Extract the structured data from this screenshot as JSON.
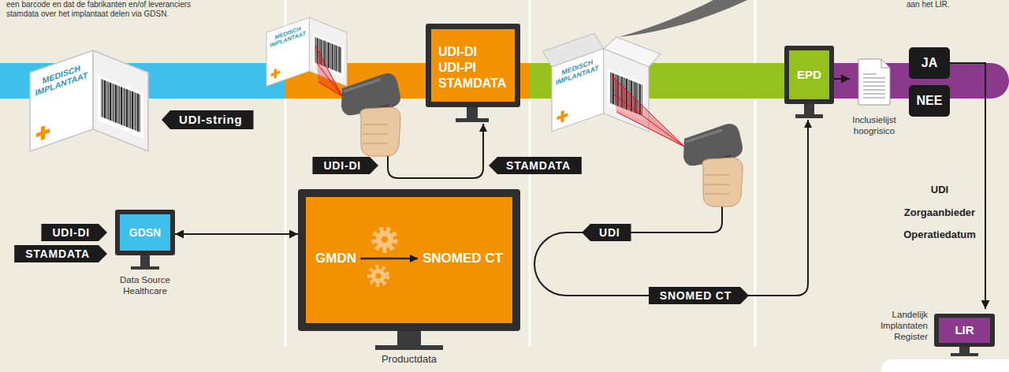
{
  "diagram": {
    "nodes": [
      {
        "text": [
          "MEDISCH IMPLANTAAT"
        ]
      },
      {
        "text": [
          "GDSN",
          "Data Source Healthcare"
        ]
      },
      {
        "text": [
          "MEDISCH IMPLANTAAT"
        ]
      },
      {
        "text": [
          "UDI-DI UDI-PI STAMDATA"
        ]
      },
      {
        "text": [
          "GMDN",
          "SNOMED CT",
          "Productdata"
        ]
      },
      {
        "text": [
          "MEDISCH IMPLANTAAT"
        ]
      },
      {
        "text": [
          "EPD"
        ]
      },
      {
        "text": [
          "Inclusielijst hoogrisico"
        ]
      },
      {
        "text": [
          "JA"
        ]
      },
      {
        "text": [
          "NEE"
        ]
      },
      {
        "text": [
          "LIR",
          "Landelijk Implantaten Register"
        ]
      }
    ],
    "edges": [
      {
        "from": 1,
        "to": 4,
        "arrow": "both"
      },
      {
        "from": 6,
        "to": 7,
        "arrow": "to"
      },
      {
        "from": 8,
        "to": 10,
        "arrow": "to"
      }
    ],
    "labels": [
      "een barcode en dat de fabrikanten en/of leveranciers stamdata over het implantaat delen via GDSN.",
      "aan het LIR.",
      "UDI-string",
      "UDI-DI",
      "STAMDATA",
      "UDI-DI",
      "STAMDATA",
      "UDI",
      "SNOMED CT",
      "UDI",
      "Zorgaanbieder",
      "Operatiedatum"
    ]
  }
}
